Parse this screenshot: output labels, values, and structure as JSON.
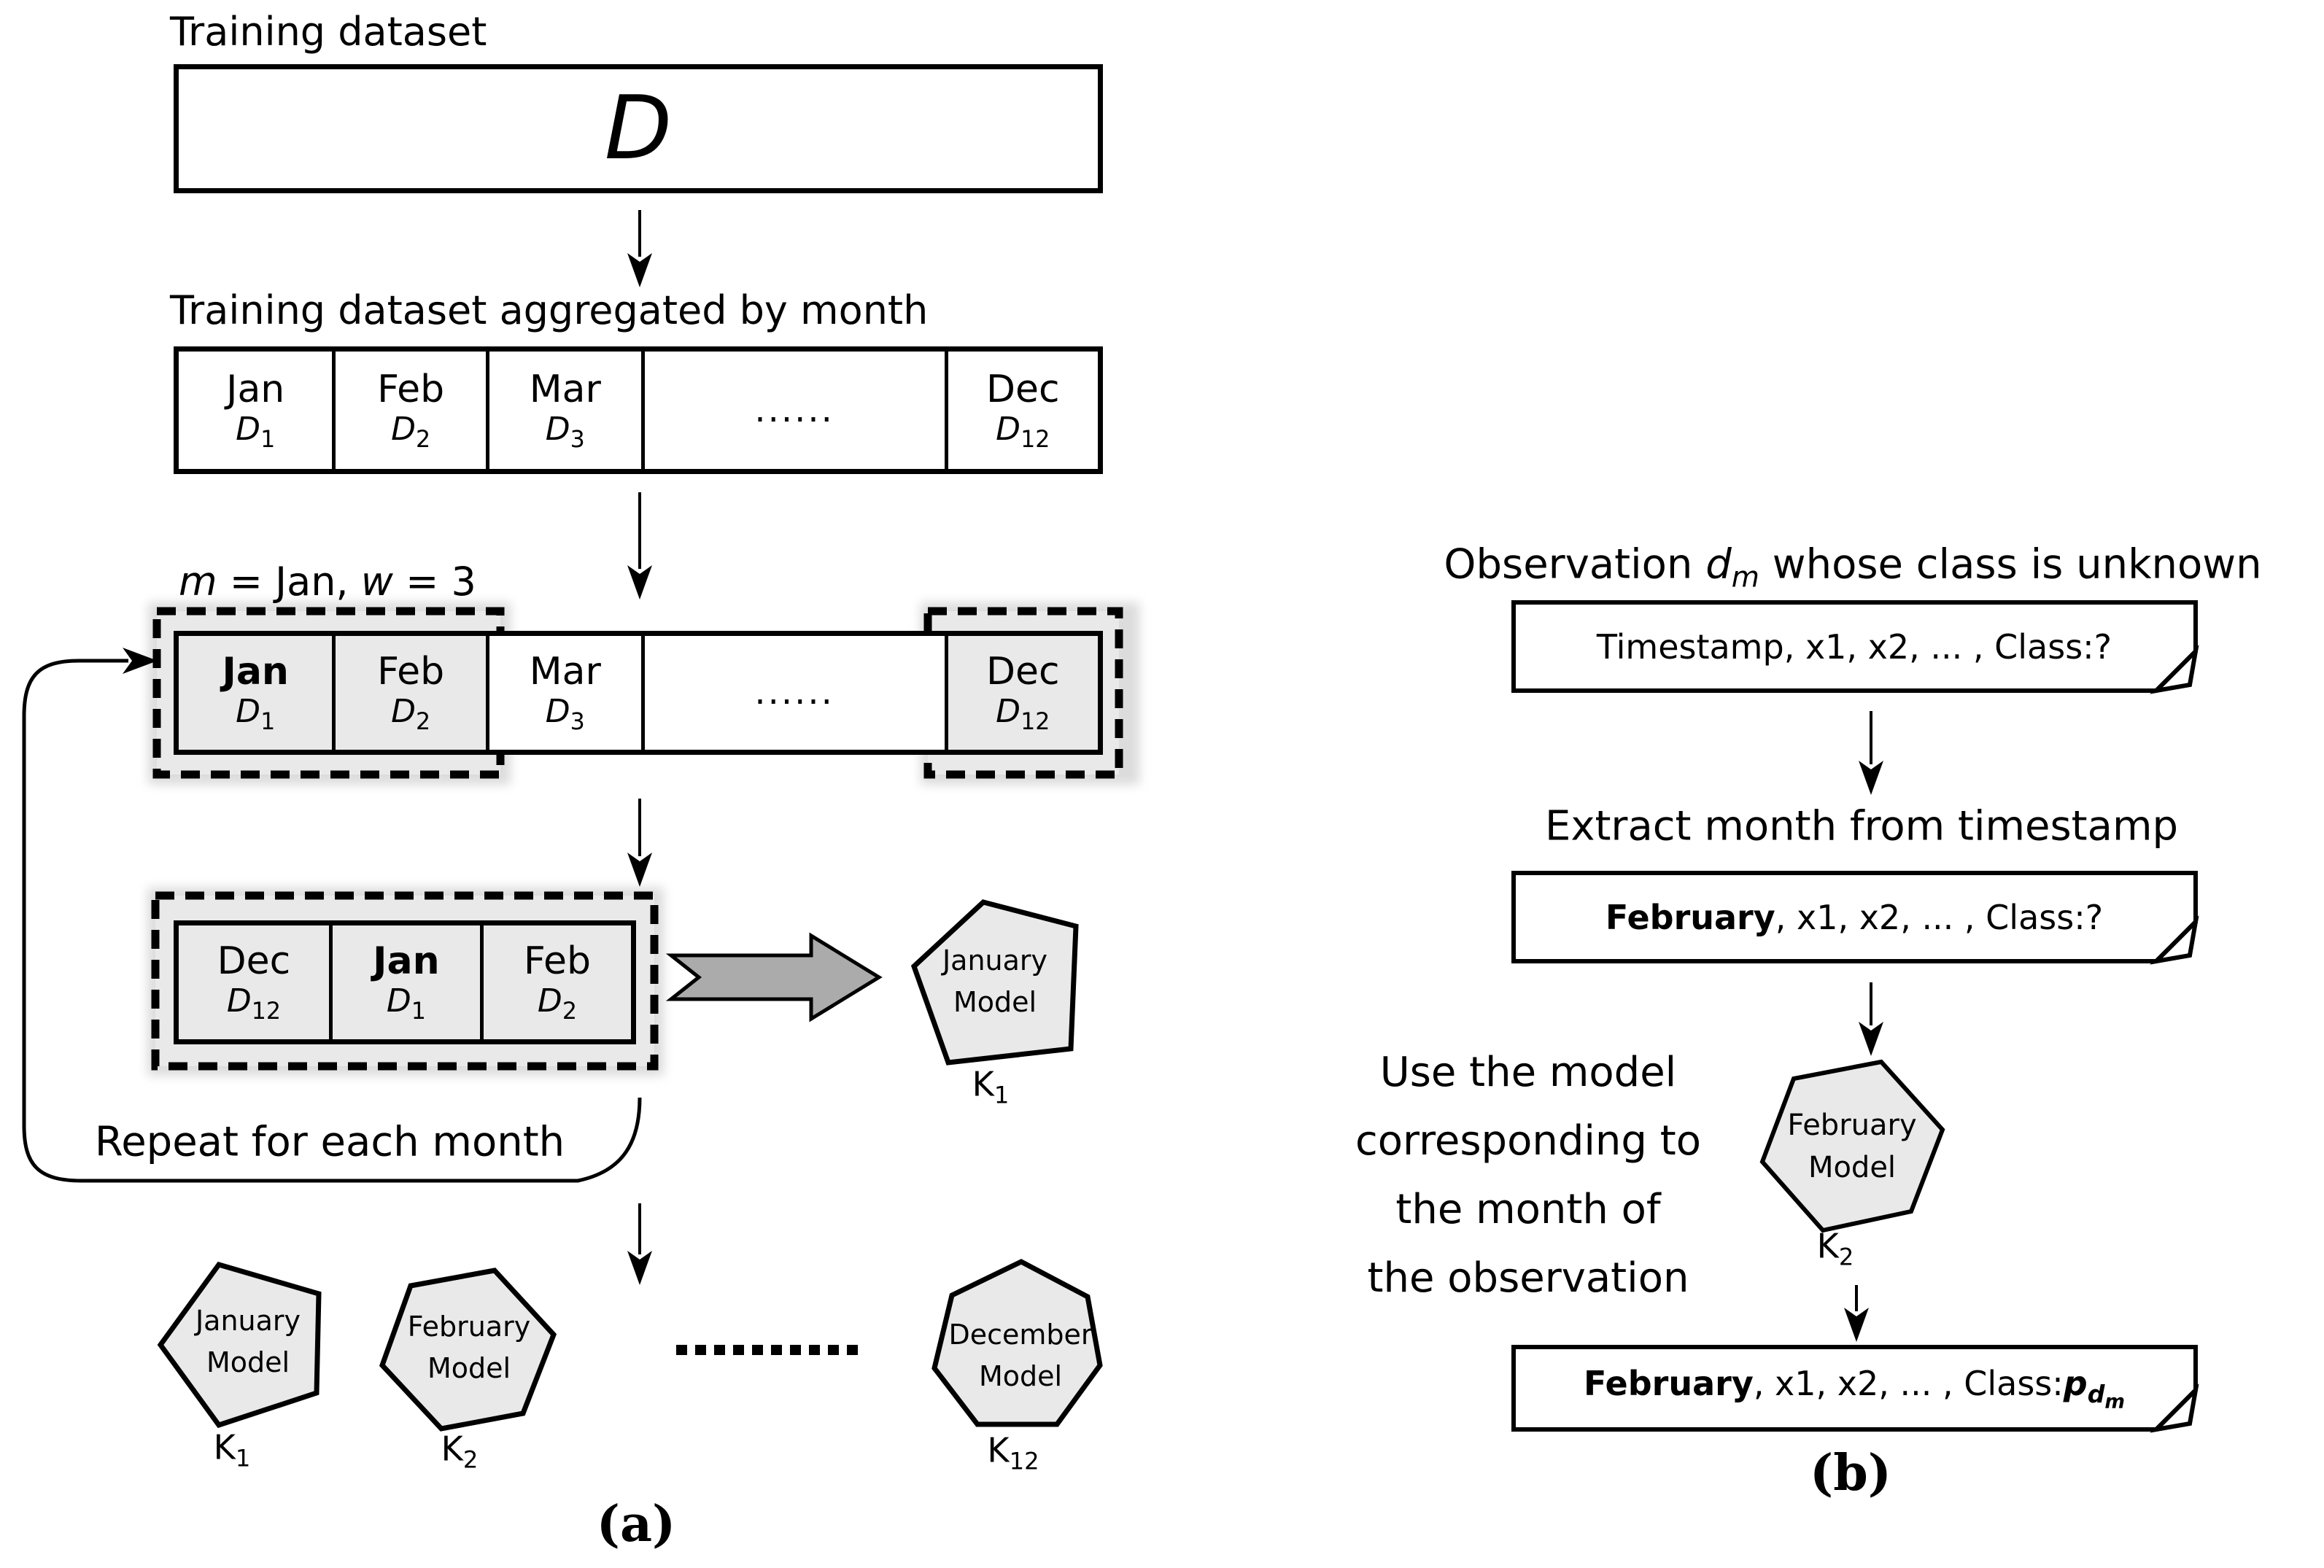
{
  "panel_a": {
    "title": "Training dataset",
    "d_box_label": "D",
    "aggregated_label": "Training dataset aggregated by month",
    "window_label": {
      "var1": "m",
      "mid1": " = Jan, ",
      "var2": "w",
      "mid2": " = 3"
    },
    "row1": {
      "cells": [
        {
          "month": "Jan",
          "month_class": "month",
          "cell_class": "cell",
          "sub_class": "dsub",
          "base": "D",
          "sub": "1"
        },
        {
          "month": "Feb",
          "month_class": "month",
          "cell_class": "cell",
          "sub_class": "dsub",
          "base": "D",
          "sub": "2"
        },
        {
          "month": "Mar",
          "month_class": "month",
          "cell_class": "cell",
          "sub_class": "dsub",
          "base": "D",
          "sub": "3"
        },
        {
          "month": "......",
          "month_class": "month dots",
          "cell_class": "cell",
          "sub_class": "dsub hidden",
          "base": "",
          "sub": ""
        },
        {
          "month": "Dec",
          "month_class": "month",
          "cell_class": "cell",
          "sub_class": "dsub",
          "base": "D",
          "sub": "12"
        }
      ]
    },
    "row2": {
      "cells": [
        {
          "month": "Jan",
          "month_class": "month bold",
          "cell_class": "cell shaded",
          "sub_class": "dsub",
          "base": "D",
          "sub": "1"
        },
        {
          "month": "Feb",
          "month_class": "month",
          "cell_class": "cell shaded",
          "sub_class": "dsub",
          "base": "D",
          "sub": "2"
        },
        {
          "month": "Mar",
          "month_class": "month",
          "cell_class": "cell",
          "sub_class": "dsub",
          "base": "D",
          "sub": "3"
        },
        {
          "month": "......",
          "month_class": "month dots",
          "cell_class": "cell",
          "sub_class": "dsub hidden",
          "base": "",
          "sub": ""
        },
        {
          "month": "Dec",
          "month_class": "month",
          "cell_class": "cell shaded",
          "sub_class": "dsub",
          "base": "D",
          "sub": "12"
        }
      ]
    },
    "row3": {
      "cells": [
        {
          "month": "Dec",
          "month_class": "month",
          "cell_class": "cell shaded",
          "sub_class": "dsub",
          "base": "D",
          "sub": "12"
        },
        {
          "month": "Jan",
          "month_class": "month bold",
          "cell_class": "cell shaded",
          "sub_class": "dsub",
          "base": "D",
          "sub": "1"
        },
        {
          "month": "Feb",
          "month_class": "month",
          "cell_class": "cell shaded",
          "sub_class": "dsub",
          "base": "D",
          "sub": "2"
        }
      ]
    },
    "repeat_label": "Repeat for each month",
    "model_k1": {
      "line1": "January",
      "line2": "Model",
      "k": "K",
      "k_sub": "1"
    },
    "bottom_models": [
      {
        "line1": "January",
        "line2": "Model",
        "k": "K",
        "k_sub": "1"
      },
      {
        "line1": "February",
        "line2": "Model",
        "k": "K",
        "k_sub": "2"
      },
      {
        "line1": "December",
        "line2": "Model",
        "k": "K",
        "k_sub": "12"
      }
    ],
    "caption": "(a)"
  },
  "panel_b": {
    "title": {
      "prefix": "Observation ",
      "var": "d",
      "sub": "m",
      "suffix": " whose class is unknown"
    },
    "doc1_text": "Timestamp, x1, x2, ... , Class:?",
    "extract_label": "Extract month from timestamp",
    "doc2": {
      "bold": "February",
      "rest": ", x1, x2, ... , Class:?"
    },
    "use_model_lines": {
      "l1": "Use the model",
      "l2": "corresponding to",
      "l3": "the month of",
      "l4": "the observation"
    },
    "model": {
      "line1": "February",
      "line2": "Model",
      "k": "K",
      "k_sub": "2"
    },
    "doc3": {
      "bold": "February",
      "mid": ", x1, x2, ... , Class:",
      "p": "p",
      "sub1": "d",
      "sub2": "m"
    },
    "caption": "(b)"
  },
  "colors": {
    "shade": "#e9e9e9",
    "block_arrow_fill": "#ababab",
    "ink": "#000000"
  }
}
